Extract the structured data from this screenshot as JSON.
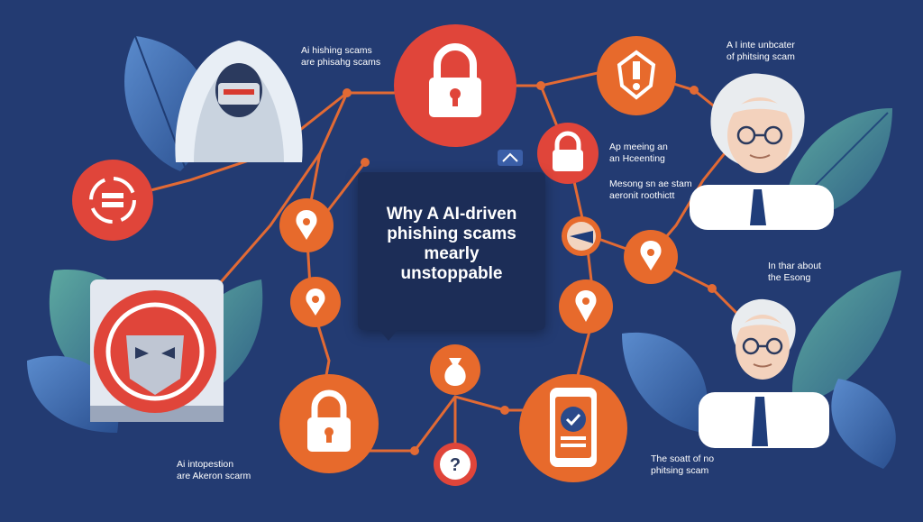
{
  "title": {
    "lines": [
      "Why A AI-driven",
      "phishing scams",
      "mearly",
      "unstoppable"
    ]
  },
  "labels": {
    "top_left": [
      "Ai hishing scams",
      "are phisahg scams"
    ],
    "top_right": [
      "A I inte unbcater",
      "of phitsing scam"
    ],
    "mid_right_1": [
      "Ap meeing an",
      "an Hceenting"
    ],
    "mid_right_2": [
      "Mesong sn ae stam",
      "aeronit roothictt"
    ],
    "right": [
      "In thar about",
      "the Esong"
    ],
    "bottom_left": [
      "Ai intopestion",
      "are Akeron scarm"
    ],
    "bottom_right": [
      "The soatt of no",
      "phitsing scam"
    ]
  },
  "colors": {
    "background": "#233b72",
    "red_node": "#e0453a",
    "orange_node": "#e76a2c",
    "line": "#e26a34",
    "leaf": "#3e6fb6"
  },
  "icons": [
    "hooded-hacker-figure-icon",
    "elderly-man-glasses-icon",
    "padlock-icon",
    "alert-badge-icon",
    "location-pin-icon",
    "person-pin-icon",
    "hacker-mask-icon",
    "question-mark-icon",
    "mobile-verified-icon",
    "money-bag-icon"
  ]
}
